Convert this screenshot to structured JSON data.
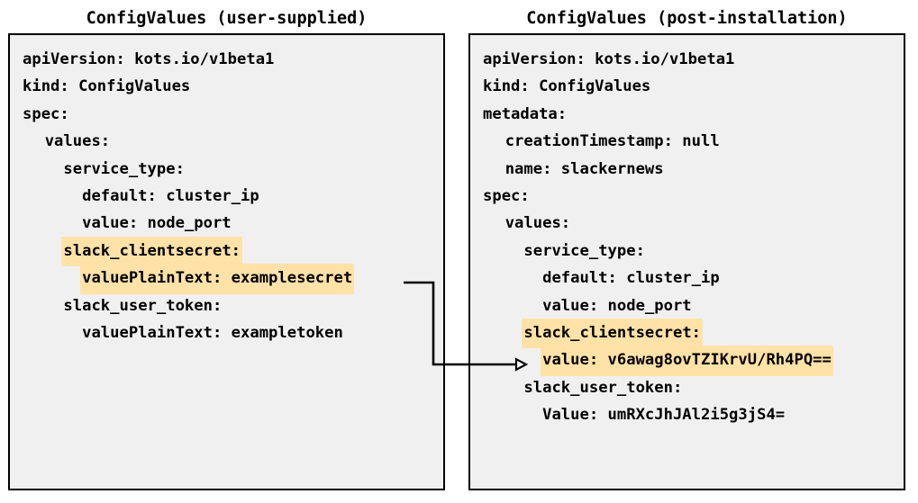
{
  "panels": [
    {
      "title": "ConfigValues (user-supplied)",
      "lines": [
        {
          "text": "apiVersion: kots.io/v1beta1",
          "highlight": false
        },
        {
          "text": "kind: ConfigValues",
          "highlight": false
        },
        {
          "text": "spec:",
          "highlight": false
        },
        {
          "text": "  values:",
          "highlight": false
        },
        {
          "text": "    service_type:",
          "highlight": false
        },
        {
          "text": "      default: cluster_ip",
          "highlight": false
        },
        {
          "text": "      value: node_port",
          "highlight": false
        },
        {
          "text": "    slack_clientsecret:",
          "highlight": true
        },
        {
          "text": "      valuePlainText: examplesecret",
          "highlight": true
        },
        {
          "text": "    slack_user_token:",
          "highlight": false
        },
        {
          "text": "      valuePlainText: exampletoken",
          "highlight": false
        }
      ]
    },
    {
      "title": "ConfigValues (post-installation)",
      "lines": [
        {
          "text": "apiVersion: kots.io/v1beta1",
          "highlight": false
        },
        {
          "text": "kind: ConfigValues",
          "highlight": false
        },
        {
          "text": "metadata:",
          "highlight": false
        },
        {
          "text": "  creationTimestamp: null",
          "highlight": false
        },
        {
          "text": "  name: slackernews",
          "highlight": false
        },
        {
          "text": "spec:",
          "highlight": false
        },
        {
          "text": "  values:",
          "highlight": false
        },
        {
          "text": "    service_type:",
          "highlight": false
        },
        {
          "text": "      default: cluster_ip",
          "highlight": false
        },
        {
          "text": "      value: node_port",
          "highlight": false
        },
        {
          "text": "    slack_clientsecret:",
          "highlight": true
        },
        {
          "text": "      value: v6awag8ovTZIKrvU/Rh4PQ==",
          "highlight": true
        },
        {
          "text": "    slack_user_token:",
          "highlight": false
        },
        {
          "text": "      Value: umRXcJhJAl2i5g3jS4=",
          "highlight": false
        }
      ]
    }
  ],
  "connector": {
    "label": "plaintext-to-encrypted-value-arrow",
    "color": "#000000"
  },
  "colors": {
    "highlight": "#ffe2a8",
    "panel_background": "#f0f0f0",
    "panel_border": "#000000",
    "page_background": "#ffffff",
    "text": "#000000"
  }
}
